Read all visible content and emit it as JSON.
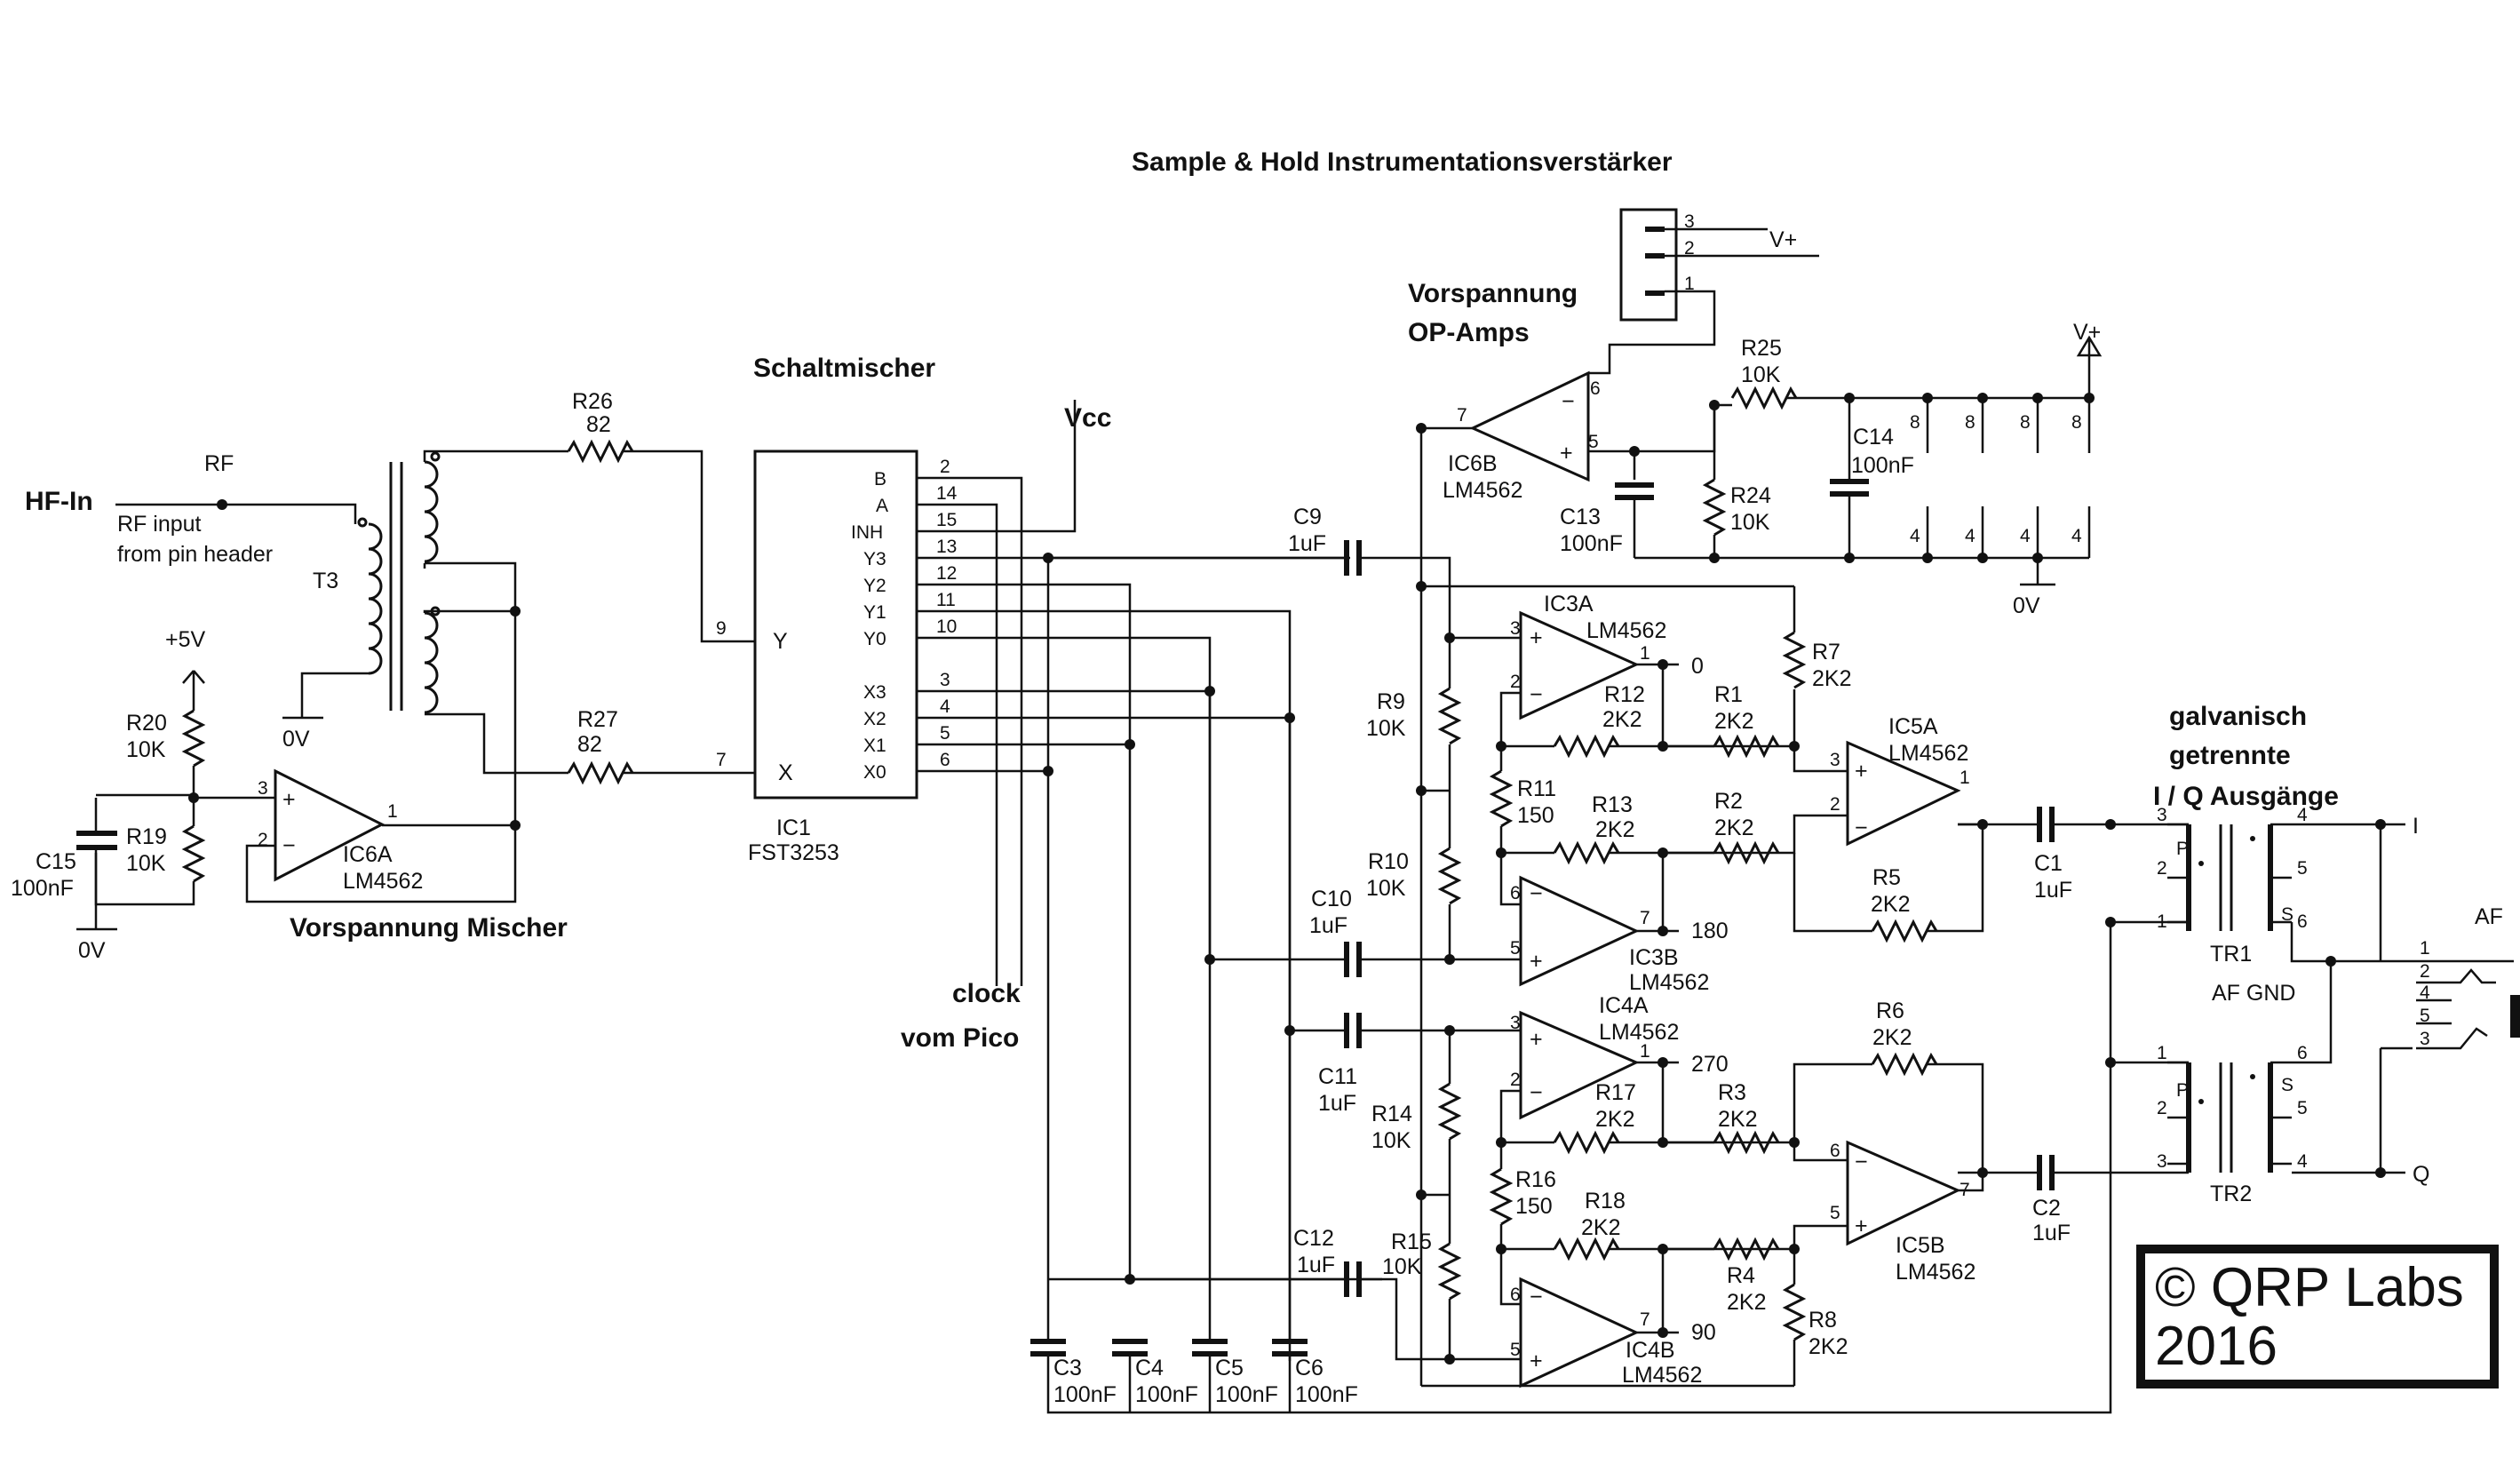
{
  "titles": {
    "main": "Sample & Hold Instrumentationsverstärker",
    "mixer": "Schaltmischer",
    "bias_opamps_1": "Vorspannung",
    "bias_opamps_2": "OP-Amps",
    "bias_mixer": "Vorspannung Mischer",
    "iq_1": "galvanisch",
    "iq_2": "getrennte",
    "iq_3": "I / Q Ausgänge",
    "clock_1": "clock",
    "clock_2": "vom Pico",
    "vcc": "Vcc"
  },
  "input": {
    "hf_in": "HF-In",
    "rf": "RF",
    "rf_desc_1": "RF input",
    "rf_desc_2": "from pin header",
    "plus5v": "+5V"
  },
  "supply": {
    "vplus": "V+",
    "zero_v": "0V"
  },
  "outputs": {
    "i": "I",
    "q": "Q",
    "af": "AF",
    "af_gnd": "AF GND"
  },
  "phases": {
    "p0": "0",
    "p90": "90",
    "p180": "180",
    "p270": "270"
  },
  "parts": {
    "T3": "T3",
    "R26": "R26",
    "R26v": "82",
    "R27": "R27",
    "R27v": "82",
    "R20": "R20",
    "R20v": "10K",
    "R19": "R19",
    "R19v": "10K",
    "C15": "C15",
    "C15v": "100nF",
    "IC6A": "IC6A",
    "IC6Av": "LM4562",
    "IC1": "IC1",
    "IC1v": "FST3253",
    "IC6B": "IC6B",
    "IC6Bv": "LM4562",
    "R25": "R25",
    "R25v": "10K",
    "R24": "R24",
    "R24v": "10K",
    "C13": "C13",
    "C13v": "100nF",
    "C14": "C14",
    "C14v": "100nF",
    "C9": "C9",
    "C9v": "1uF",
    "C10": "C10",
    "C10v": "1uF",
    "C11": "C11",
    "C11v": "1uF",
    "C12": "C12",
    "C12v": "1uF",
    "R9": "R9",
    "R9v": "10K",
    "R10": "R10",
    "R10v": "10K",
    "R14": "R14",
    "R14v": "10K",
    "R15": "R15",
    "R15v": "10K",
    "IC3A": "IC3A",
    "IC3Av": "LM4562",
    "IC3B": "IC3B",
    "IC3Bv": "LM4562",
    "IC4A": "IC4A",
    "IC4Av": "LM4562",
    "IC4B": "IC4B",
    "IC4Bv": "LM4562",
    "IC5A": "IC5A",
    "IC5Av": "LM4562",
    "IC5B": "IC5B",
    "IC5Bv": "LM4562",
    "R12": "R12",
    "R12v": "2K2",
    "R13": "R13",
    "R13v": "2K2",
    "R11": "R11",
    "R11v": "150",
    "R1": "R1",
    "R1v": "2K2",
    "R2": "R2",
    "R2v": "2K2",
    "R7": "R7",
    "R7v": "2K2",
    "R5": "R5",
    "R5v": "2K2",
    "R17": "R17",
    "R17v": "2K2",
    "R16": "R16",
    "R16v": "150",
    "R18": "R18",
    "R18v": "2K2",
    "R3": "R3",
    "R3v": "2K2",
    "R4": "R4",
    "R4v": "2K2",
    "R6": "R6",
    "R6v": "2K2",
    "R8": "R8",
    "R8v": "2K2",
    "C1": "C1",
    "C1v": "1uF",
    "C2": "C2",
    "C2v": "1uF",
    "C3": "C3",
    "C3v": "100nF",
    "C4": "C4",
    "C4v": "100nF",
    "C5": "C5",
    "C5v": "100nF",
    "C6": "C6",
    "C6v": "100nF",
    "TR1": "TR1",
    "TR2": "TR2"
  },
  "ic1_pins": {
    "left": [
      {
        "name": "Y",
        "num": "9"
      },
      {
        "name": "X",
        "num": "7"
      }
    ],
    "right": [
      {
        "name": "B",
        "num": "2"
      },
      {
        "name": "A",
        "num": "14"
      },
      {
        "name": "INH",
        "num": "15"
      },
      {
        "name": "Y3",
        "num": "13"
      },
      {
        "name": "Y2",
        "num": "12"
      },
      {
        "name": "Y1",
        "num": "11"
      },
      {
        "name": "Y0",
        "num": "10"
      },
      {
        "name": "X3",
        "num": "3"
      },
      {
        "name": "X2",
        "num": "4"
      },
      {
        "name": "X1",
        "num": "5"
      },
      {
        "name": "X0",
        "num": "6"
      }
    ]
  },
  "pin_numbers": {
    "n1": "1",
    "n2": "2",
    "n3": "3",
    "n4": "4",
    "n5": "5",
    "n6": "6",
    "n7": "7",
    "n8": "8",
    "p": "P",
    "s": "S"
  },
  "copyright": {
    "line1": "© QRP Labs",
    "line2": "2016"
  }
}
